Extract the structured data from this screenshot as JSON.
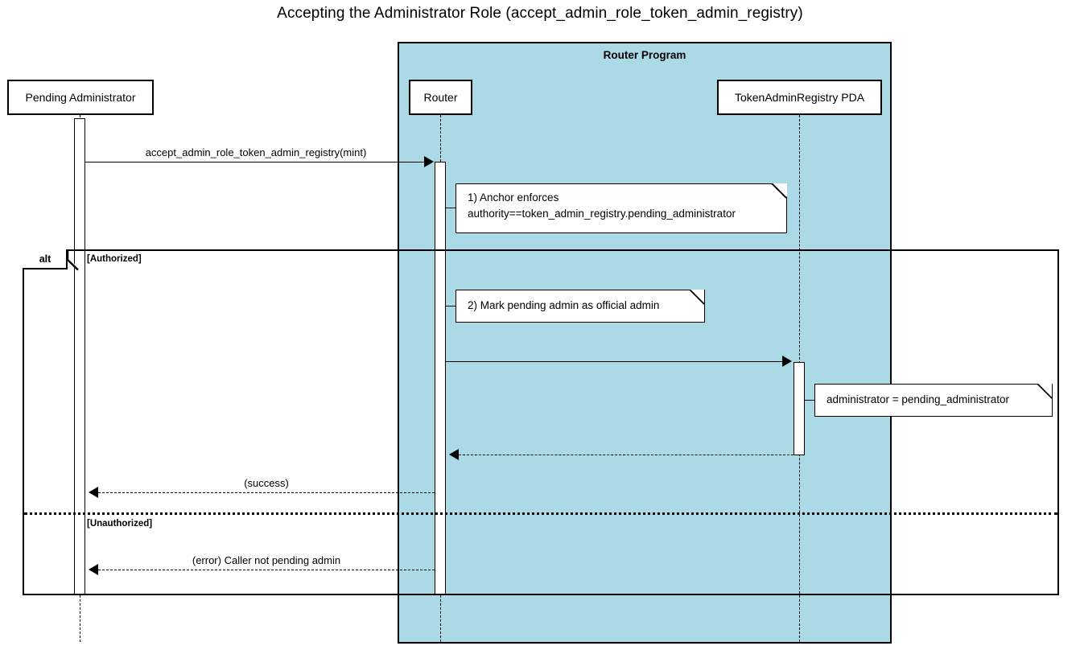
{
  "diagram": {
    "title": "Accepting the Administrator Role (accept_admin_role_token_admin_registry)",
    "type": "sequence-diagram"
  },
  "group": {
    "label": "Router Program",
    "fill_color": "#ACD9E6",
    "border_color": "#000000"
  },
  "participants": [
    {
      "id": "pending-administrator",
      "label": "Pending Administrator",
      "inside_group": false
    },
    {
      "id": "router",
      "label": "Router",
      "inside_group": true
    },
    {
      "id": "token-admin-registry-pda",
      "label": "TokenAdminRegistry PDA",
      "inside_group": true
    }
  ],
  "messages": [
    {
      "id": "m1",
      "label": "accept_admin_role_token_admin_registry(mint)",
      "from": "pending-administrator",
      "to": "router",
      "style": "solid",
      "direction": "right"
    },
    {
      "id": "m2",
      "label": "",
      "from": "router",
      "to": "token-admin-registry-pda",
      "style": "solid",
      "direction": "right"
    },
    {
      "id": "m3",
      "label": "",
      "from": "token-admin-registry-pda",
      "to": "router",
      "style": "dashed",
      "direction": "left"
    },
    {
      "id": "m4",
      "label": "(success)",
      "from": "router",
      "to": "pending-administrator",
      "style": "dashed",
      "direction": "left"
    },
    {
      "id": "m5",
      "label": "(error) Caller not pending admin",
      "from": "router",
      "to": "pending-administrator",
      "style": "dashed",
      "direction": "left"
    }
  ],
  "notes": [
    {
      "id": "note-1",
      "attached_to": "router",
      "line1": "1) Anchor enforces",
      "line2": "authority==token_admin_registry.pending_administrator"
    },
    {
      "id": "note-2",
      "attached_to": "router",
      "line1": "2) Mark pending admin as official admin",
      "line2": ""
    },
    {
      "id": "note-3",
      "attached_to": "token-admin-registry-pda",
      "line1": "administrator = pending_administrator",
      "line2": ""
    }
  ],
  "fragment": {
    "operator": "alt",
    "guards": [
      {
        "id": "guard-authorized",
        "label": "[Authorized]"
      },
      {
        "id": "guard-unauthorized",
        "label": "[Unauthorized]"
      }
    ]
  }
}
